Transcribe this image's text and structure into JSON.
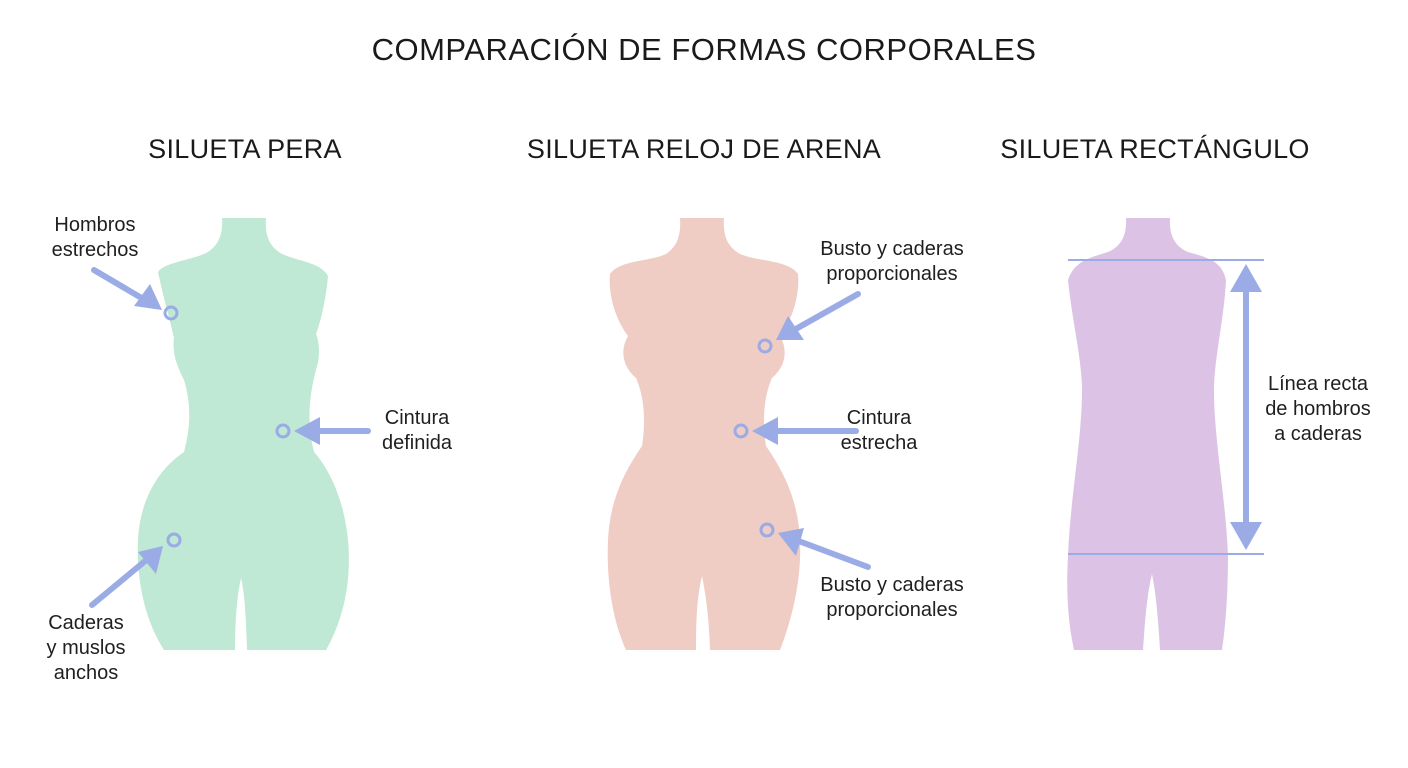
{
  "title": "COMPARACIÓN DE FORMAS CORPORALES",
  "colors": {
    "pear": "#bfe8d5",
    "hourglass": "#f0cdc4",
    "rectangle": "#dcc3e5",
    "accent": "#9aabe6"
  },
  "panels": [
    {
      "id": "pear",
      "title": "SILUETA PERA",
      "labels": {
        "shoulders": [
          "Hombros",
          "estrechos"
        ],
        "waist": [
          "Cintura",
          "definida"
        ],
        "hips": [
          "Caderas",
          "y muslos",
          "anchos"
        ]
      }
    },
    {
      "id": "hourglass",
      "title": "SILUETA RELOJ DE ARENA",
      "labels": {
        "bust": [
          "Busto y caderas",
          "proporcionales"
        ],
        "waist": [
          "Cintura",
          "estrecha"
        ],
        "hips": [
          "Busto y caderas",
          "proporcionales"
        ]
      }
    },
    {
      "id": "rectangle",
      "title": "SILUETA RECTÁNGULO",
      "labels": {
        "line": [
          "Línea recta",
          "de hombros",
          "a caderas"
        ]
      }
    }
  ]
}
